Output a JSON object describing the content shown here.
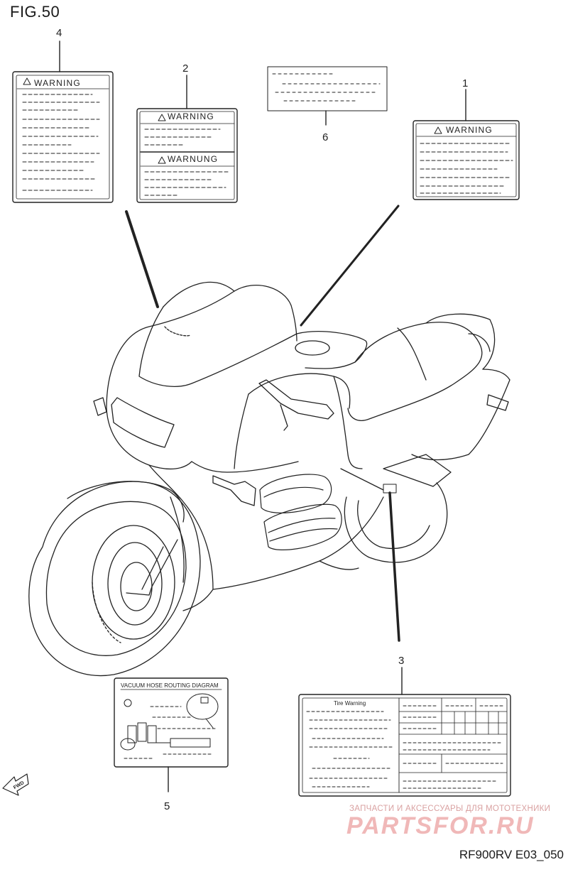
{
  "figure": {
    "title": "FIG.50",
    "code": "RF900RV E03_050"
  },
  "watermark": {
    "line1": "ЗАПЧАСТИ И АКСЕССУАРЫ ДЛЯ МОТОТЕХНИКИ",
    "line2": "PARTSFOR.RU"
  },
  "callouts": [
    {
      "ref": "1",
      "label_text": "WARNING"
    },
    {
      "ref": "2",
      "label_text": "WARNING",
      "label_text_2": "WARNUNG"
    },
    {
      "ref": "3",
      "label_text": "Tire Warning"
    },
    {
      "ref": "4",
      "label_text": "WARNING"
    },
    {
      "ref": "5",
      "label_text": "VACUUM HOSE ROUTING DIAGRAM"
    },
    {
      "ref": "6"
    }
  ],
  "direction": {
    "label": "FWD"
  }
}
